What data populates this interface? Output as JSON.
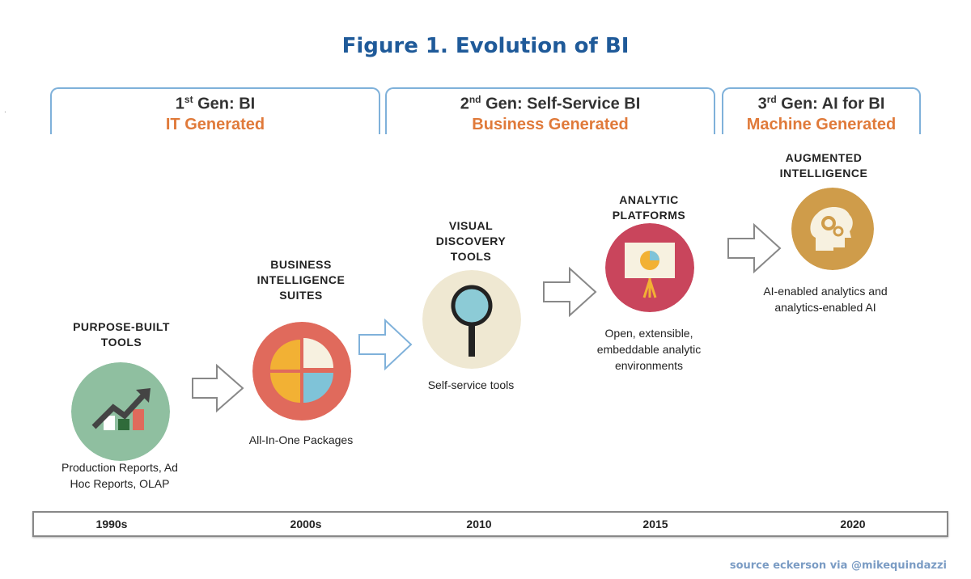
{
  "title": "Figure 1. Evolution of BI",
  "generations": [
    {
      "gen_num": "1",
      "gen_sup": "st",
      "gen_rest": " Gen: BI",
      "subtitle": "IT Generated"
    },
    {
      "gen_num": "2",
      "gen_sup": "nd",
      "gen_rest": " Gen: Self-Service BI",
      "subtitle": "Business Generated"
    },
    {
      "gen_num": "3",
      "gen_sup": "rd",
      "gen_rest": " Gen: AI for BI",
      "subtitle": "Machine Generated"
    }
  ],
  "stages": [
    {
      "label_lines": [
        "PURPOSE-BUILT",
        "TOOLS"
      ],
      "desc_lines": [
        "Production Reports, Ad",
        "Hoc Reports, OLAP"
      ],
      "icon": "growth-chart-icon",
      "color": "#8fbfa0"
    },
    {
      "label_lines": [
        "BUSINESS",
        "INTELLIGENCE",
        "SUITES"
      ],
      "desc_lines": [
        "All-In-One Packages"
      ],
      "icon": "pie-chart-icon",
      "color": "#e06a5c"
    },
    {
      "label_lines": [
        "VISUAL",
        "DISCOVERY",
        "TOOLS"
      ],
      "desc_lines": [
        "Self-service tools"
      ],
      "icon": "magnifier-icon",
      "color": "#efe8d2"
    },
    {
      "label_lines": [
        "ANALYTIC",
        "PLATFORMS"
      ],
      "desc_lines": [
        "Open, extensible,",
        "embeddable analytic",
        "environments"
      ],
      "icon": "presentation-board-icon",
      "color": "#c9455c"
    },
    {
      "label_lines": [
        "AUGMENTED",
        "INTELLIGENCE"
      ],
      "desc_lines": [
        "AI-enabled analytics and",
        "analytics-enabled AI"
      ],
      "icon": "brain-gears-icon",
      "color": "#cf9c4a"
    }
  ],
  "years": [
    "1990s",
    "2000s",
    "2010",
    "2015",
    "2020"
  ],
  "source": "source eckerson via @mikequindazzi",
  "colors": {
    "title": "#1f5a99",
    "accent": "#e07a3a",
    "bracket": "#7fb1da"
  }
}
